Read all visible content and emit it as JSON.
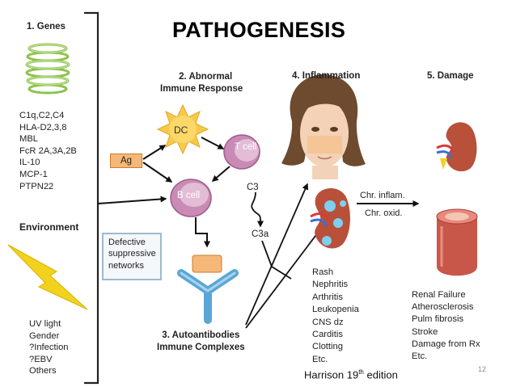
{
  "title": "PATHOGENESIS",
  "credit": {
    "prefix": "Harrison 19",
    "sup": "th",
    "suffix": " edition"
  },
  "slide_number": "12",
  "genes": {
    "header": "1. Genes",
    "items": [
      "C1q,C2,C4",
      "HLA-D2,3,8",
      "MBL",
      "FcR 2A,3A,2B",
      "IL-10",
      "MCP-1",
      "PTPN22"
    ]
  },
  "environment": {
    "header": "Environment",
    "items": [
      "UV light",
      "Gender",
      "?Infection",
      "?EBV",
      "Others"
    ]
  },
  "abnormal_response": {
    "header_line1": "2. Abnormal",
    "header_line2": "Immune Response"
  },
  "cells": {
    "dc": "DC",
    "t_cell": "T cell",
    "b_cell": "B cell",
    "ag": "Ag"
  },
  "complement": {
    "c3": "C3",
    "c3a": "C3a"
  },
  "defective": [
    "Defective",
    "suppressive",
    "networks"
  ],
  "autoantibodies": {
    "line1": "3. Autoantibodies",
    "line2": "Immune Complexes"
  },
  "inflammation": {
    "header": "4. Inflammation",
    "items": [
      "Rash",
      "Nephritis",
      "Arthritis",
      "Leukopenia",
      "CNS dz",
      "Carditis",
      "Clotting",
      "Etc."
    ]
  },
  "chronic": {
    "inflam": "Chr. inflam.",
    "oxid": "Chr. oxid."
  },
  "damage": {
    "header": "5. Damage",
    "items": [
      "Renal Failure",
      "Atherosclerosis",
      "Pulm fibrosis",
      "Stroke",
      "Damage from Rx",
      "Etc."
    ]
  },
  "colors": {
    "dc": "#f7c948",
    "cell": "#c98bb5",
    "ag": "#f5b878",
    "antibody": "#5aa7d6",
    "kidney": "#b9503a",
    "lightning": "#f2d21c",
    "dna": "#8ec24d"
  },
  "icons": [
    "dna-coil-icon",
    "lightning-icon",
    "dc-star-icon",
    "t-cell-icon",
    "b-cell-icon",
    "antibody-icon",
    "face-icon",
    "inflamed-kidney-icon",
    "kidney-icon",
    "artery-icon"
  ]
}
